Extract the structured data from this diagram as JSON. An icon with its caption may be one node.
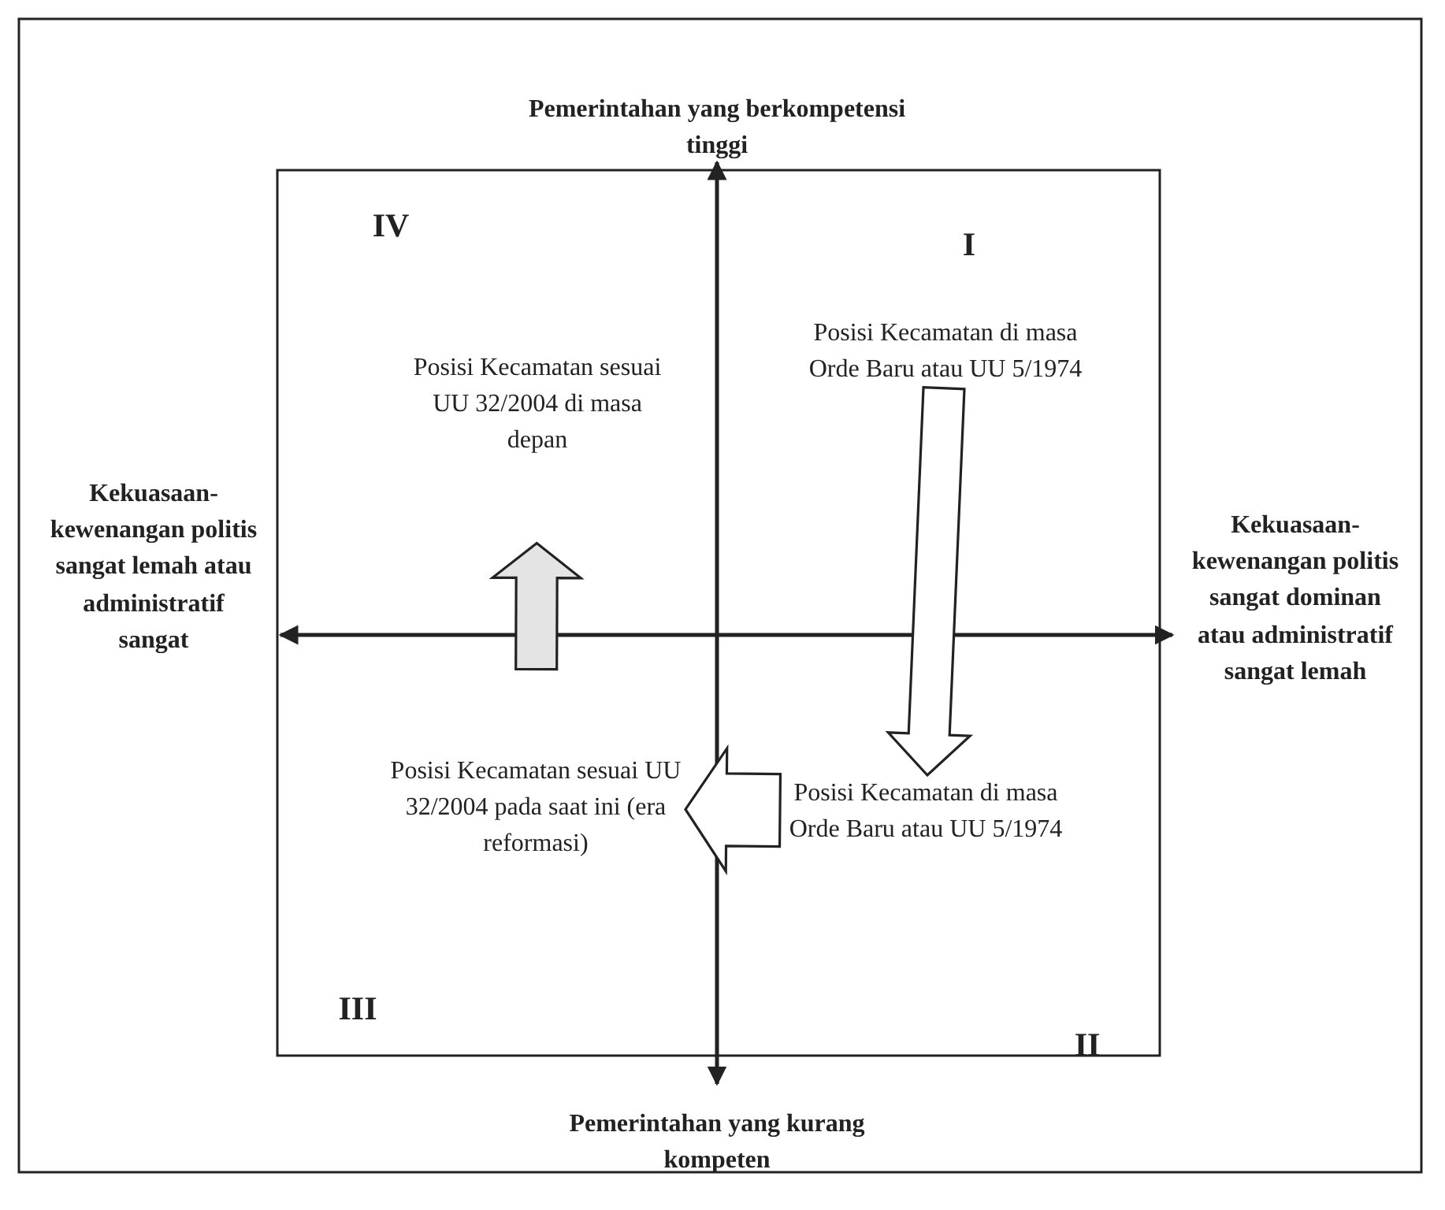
{
  "diagram": {
    "nodes": [
      {
        "text": [
          "Posisi Kecamatan di masa Orde Baru atau UU 5/1974"
        ]
      },
      {
        "text": [
          "Posisi Kecamatan di masa Orde Baru atau UU 5/1974"
        ]
      },
      {
        "text": [
          "Posisi Kecamatan sesuai UU 32/2004 pada saat ini (era reformasi)"
        ]
      },
      {
        "text": [
          "Posisi Kecamatan sesuai UU 32/2004 di masa depan"
        ]
      }
    ],
    "edges": [
      {
        "from": 0,
        "to": 1,
        "arrow": "to"
      },
      {
        "from": 1,
        "to": 2,
        "arrow": "to"
      },
      {
        "from": 2,
        "to": 3,
        "arrow": "to"
      }
    ],
    "labels": [
      "Pemerintahan yang berkompetensi tinggi",
      "IV",
      "I",
      "Kekuasaan-kewenangan politis sangat lemah atau administratif sangat",
      "Kekuasaan-kewenangan politis sangat dominan atau administratif sangat lemah",
      "III",
      "II",
      "Pemerintahan yang kurang kompeten"
    ]
  }
}
